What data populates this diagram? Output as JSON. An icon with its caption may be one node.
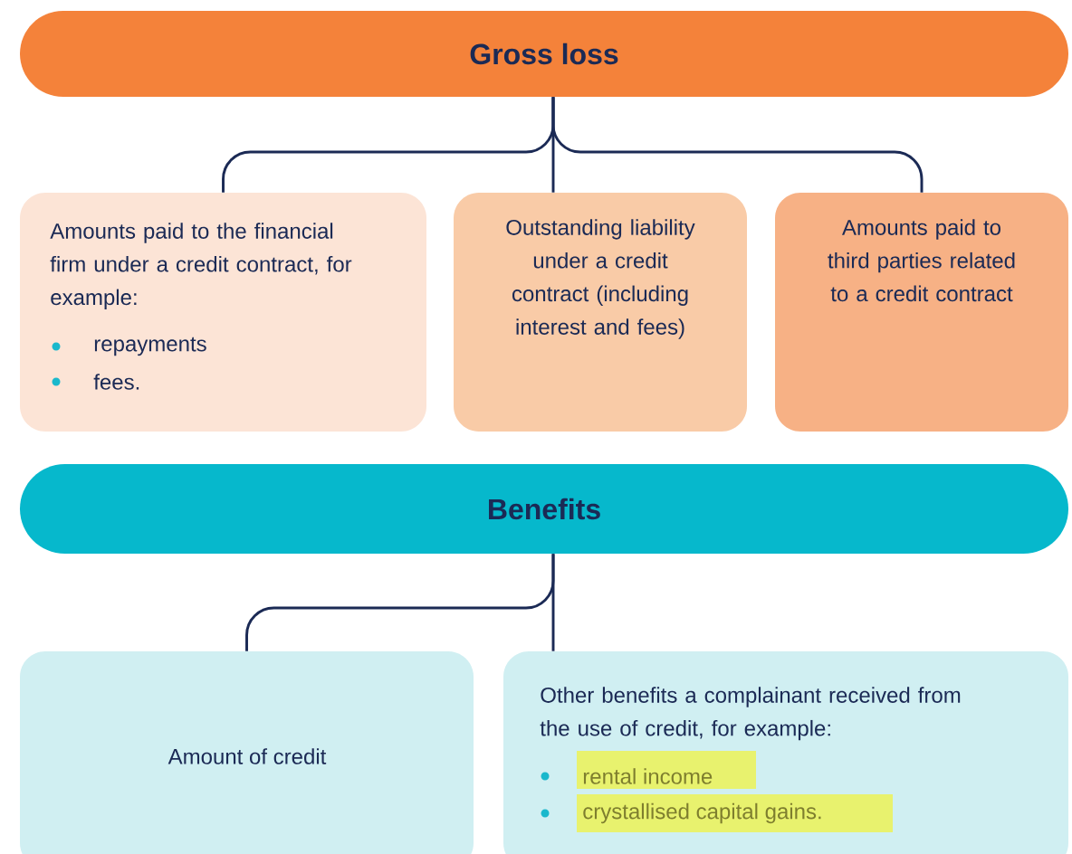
{
  "diagram": {
    "nodes": [
      {
        "text": [
          "Gross loss"
        ]
      },
      {
        "text": [
          "Amounts paid to the financial firm under a credit contract, for example:",
          "repayments",
          "fees."
        ]
      },
      {
        "text": [
          "Outstanding liability under a credit contract (including interest and fees)"
        ]
      },
      {
        "text": [
          "Amounts paid to third parties related to a credit contract"
        ]
      },
      {
        "text": [
          "Benefits"
        ]
      },
      {
        "text": [
          "Amount of credit"
        ]
      },
      {
        "text": [
          "Other benefits a complainant received from the use of credit, for example:",
          "rental income",
          "crystallised capital gains."
        ]
      }
    ],
    "edges": [
      {
        "from": 0,
        "to": 1,
        "arrow": "none"
      },
      {
        "from": 0,
        "to": 2,
        "arrow": "none"
      },
      {
        "from": 0,
        "to": 3,
        "arrow": "none"
      },
      {
        "from": 4,
        "to": 5,
        "arrow": "none"
      },
      {
        "from": 4,
        "to": 6,
        "arrow": "none"
      }
    ]
  }
}
